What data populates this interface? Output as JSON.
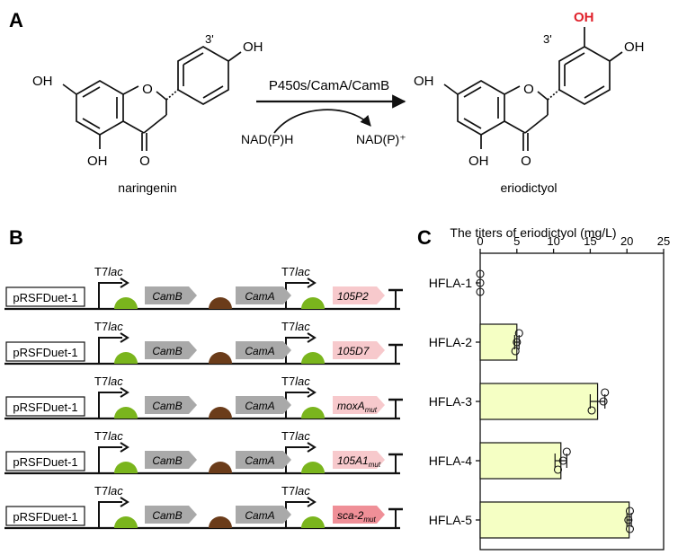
{
  "panels": {
    "a": {
      "label": "A",
      "reactant_name": "naringenin",
      "product_name": "eriodictyol",
      "reagent": "P450s/CamA/CamB",
      "cofactor_in": "NAD(P)H",
      "cofactor_out": "NAD(P)⁺",
      "hydroxyl": "OH",
      "oxygen": "O",
      "position_label": "3'",
      "highlight_color": "#e0202a"
    },
    "b": {
      "label": "B",
      "plasmid": "pRSFDuet-1",
      "promoter": "T7",
      "promoter_suffix": "lac",
      "gene1": "CamB",
      "gene2": "CamA",
      "constructs": [
        {
          "gene": "105P2",
          "sub": ""
        },
        {
          "gene": "105D7",
          "sub": ""
        },
        {
          "gene": "moxA",
          "sub": "mut"
        },
        {
          "gene": "105A1",
          "sub": "mut"
        },
        {
          "gene": "sca-2",
          "sub": "mut"
        }
      ],
      "rbs_color": "#7ab51d",
      "spacer_color": "#6b3c1a",
      "gene_color": "#a9a9a9",
      "p450_color": "#f7c9cc",
      "p450_color_last": "#ef8f97"
    },
    "c": {
      "label": "C"
    }
  },
  "chart_data": {
    "type": "bar",
    "orientation": "horizontal",
    "title": "The titers of eriodictyol (mg/L)",
    "categories": [
      "HFLA-1",
      "HFLA-2",
      "HFLA-3",
      "HFLA-4",
      "HFLA-5"
    ],
    "values": [
      0,
      5.0,
      16.0,
      11.0,
      20.3
    ],
    "errors": [
      0,
      0.3,
      1.0,
      0.8,
      0.3
    ],
    "replicates": [
      [
        0,
        0,
        0
      ],
      [
        5.3,
        5.0,
        4.8
      ],
      [
        17.0,
        16.8,
        15.2
      ],
      [
        11.8,
        11.3,
        10.6
      ],
      [
        20.4,
        20.2,
        20.4
      ]
    ],
    "xlim": [
      0,
      25
    ],
    "xticks": [
      0,
      5,
      10,
      15,
      20,
      25
    ],
    "axis_position": "top",
    "bar_color": "#f5ffc4"
  }
}
